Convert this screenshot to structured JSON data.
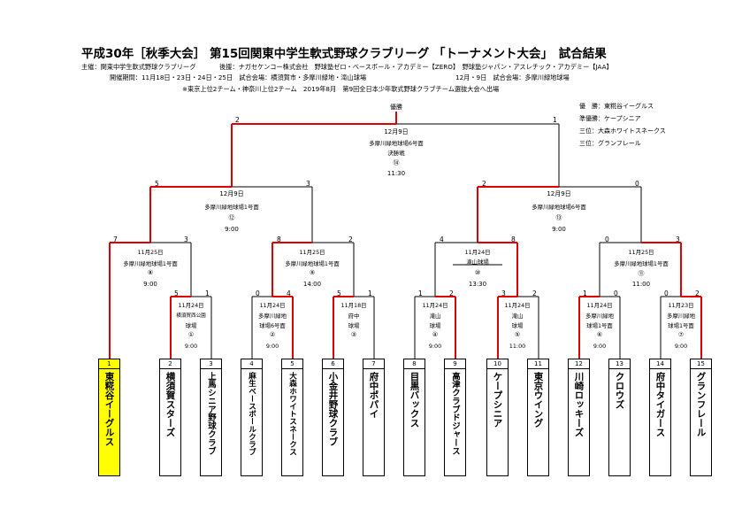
{
  "header": {
    "title": "平成30年［秋季大会］ 第15回関東中学生軟式野球クラブリーグ 「トーナメント大会」　試合結果",
    "line1_a": "主催：関東中学生軟式野球クラブリーグ",
    "line1_b": "後援：ナガセケンコー株式会社　野球塾ゼロ・ベースボール・アカデミー【ZERO】　野球塾ジャパン・アスレチック・アカデミー【JAA】",
    "line2_a": "開催期間：11月18日・23日・24日・25日　試合会場：横須賀市・多摩川緑地・滝山球場",
    "line2_b": "12月・9日　試合会場：多摩川緑地球場",
    "line3": "※東京上位2チーム・神奈川上位2チーム　2019年8月　第9回全日本少年軟式野球クラブチーム選抜大会へ出場"
  },
  "results": {
    "winner": "優　勝：東糀谷イーグルス",
    "runner_up": "準優勝：ケープシニア",
    "third1": "三位：大森ホワイトスネークス",
    "third2": "三位：グランフレール"
  },
  "final": {
    "champion_label": "優勝",
    "date": "12月9日",
    "venue": "多摩川緑地球場6号面",
    "round": "決勝戦",
    "num": "⑭",
    "time": "11:30",
    "score_left": "2",
    "score_right": "1"
  },
  "semis": [
    {
      "date": "12月9日",
      "venue": "多摩川緑地球場1号面",
      "num": "⑫",
      "time": "9:00",
      "score_left": "5",
      "score_right": "3"
    },
    {
      "date": "12月9日",
      "venue": "多摩川緑地球場6号面",
      "num": "⑬",
      "time": "9:00",
      "score_left": "2",
      "score_right": "0"
    }
  ],
  "quarters": [
    {
      "date": "11月25日",
      "venue": "多摩川緑地球場1号面",
      "num": "⑧",
      "time": "9:00",
      "score_left": "7",
      "score_right": "3"
    },
    {
      "date": "11月25日",
      "venue": "多摩川緑地球場1号面",
      "num": "⑨",
      "time": "14:00",
      "score_left": "8",
      "score_right": "2"
    },
    {
      "date": "11月24日",
      "venue": "滝山球場",
      "num": "⑩",
      "time": "13:30",
      "score_left": "4",
      "score_right": "8"
    },
    {
      "date": "11月25日",
      "venue": "多摩川緑地球場1号面",
      "num": "⑪",
      "time": "11:00",
      "score_left": "0",
      "score_right": "3"
    }
  ],
  "firsts": [
    {
      "date": "11月24日",
      "venue1": "横須賀西公園",
      "venue2": "球場",
      "num": "①",
      "time": "9:00",
      "score_left": "5",
      "score_right": "1"
    },
    {
      "date": "11月24日",
      "venue1": "多摩川緑地",
      "venue2": "球場6号面",
      "num": "②",
      "time": "9:00",
      "score_left": "0",
      "score_right": "4"
    },
    {
      "date": "11月18日",
      "venue1": "府中",
      "venue2": "球場",
      "num": "③",
      "time": "",
      "score_left": "5",
      "score_right": "1"
    },
    {
      "date": "11月24日",
      "venue1": "滝山",
      "venue2": "球場",
      "num": "④",
      "time": "9:00",
      "score_left": "1",
      "score_right": "2"
    },
    {
      "date": "11月24日",
      "venue1": "滝山",
      "venue2": "球場",
      "num": "⑤",
      "time": "11:00",
      "score_left": "3",
      "score_right": "2"
    },
    {
      "date": "11月24日",
      "venue1": "多摩川緑地",
      "venue2": "球場1号面",
      "num": "⑥",
      "time": "9:00",
      "score_left": "1",
      "score_right": "0"
    },
    {
      "date": "11月23日",
      "venue1": "多摩川緑地",
      "venue2": "球場1号面",
      "num": "⑦",
      "time": "9:00",
      "score_left": "0",
      "score_right": "2"
    }
  ],
  "teams": [
    {
      "num": "1",
      "name": "東糀谷イーグルス",
      "win": true
    },
    {
      "num": "2",
      "name": "横須賀スターズ",
      "win": false
    },
    {
      "num": "3",
      "name": "上馬シニア野球クラブ",
      "win": false
    },
    {
      "num": "4",
      "name": "麻生ベースボールクラブ",
      "win": false
    },
    {
      "num": "5",
      "name": "大森ホワイトスネークス",
      "win": false
    },
    {
      "num": "6",
      "name": "小金井野球クラブ",
      "win": false
    },
    {
      "num": "7",
      "name": "府中ポパイ",
      "win": false
    },
    {
      "num": "8",
      "name": "目黒バックス",
      "win": false
    },
    {
      "num": "9",
      "name": "高津クラブドジャース",
      "win": false
    },
    {
      "num": "10",
      "name": "ケープシニア",
      "win": false
    },
    {
      "num": "11",
      "name": "東京ウイング",
      "win": false
    },
    {
      "num": "12",
      "name": "川崎ロッキーズ",
      "win": false
    },
    {
      "num": "13",
      "name": "クロウズ",
      "win": false
    },
    {
      "num": "14",
      "name": "府中タイガース",
      "win": false
    },
    {
      "num": "15",
      "name": "グランフレール",
      "win": false
    }
  ],
  "colors": {
    "win_line": "#e00000",
    "line": "#000000",
    "champion_fill": "#ffff00"
  }
}
